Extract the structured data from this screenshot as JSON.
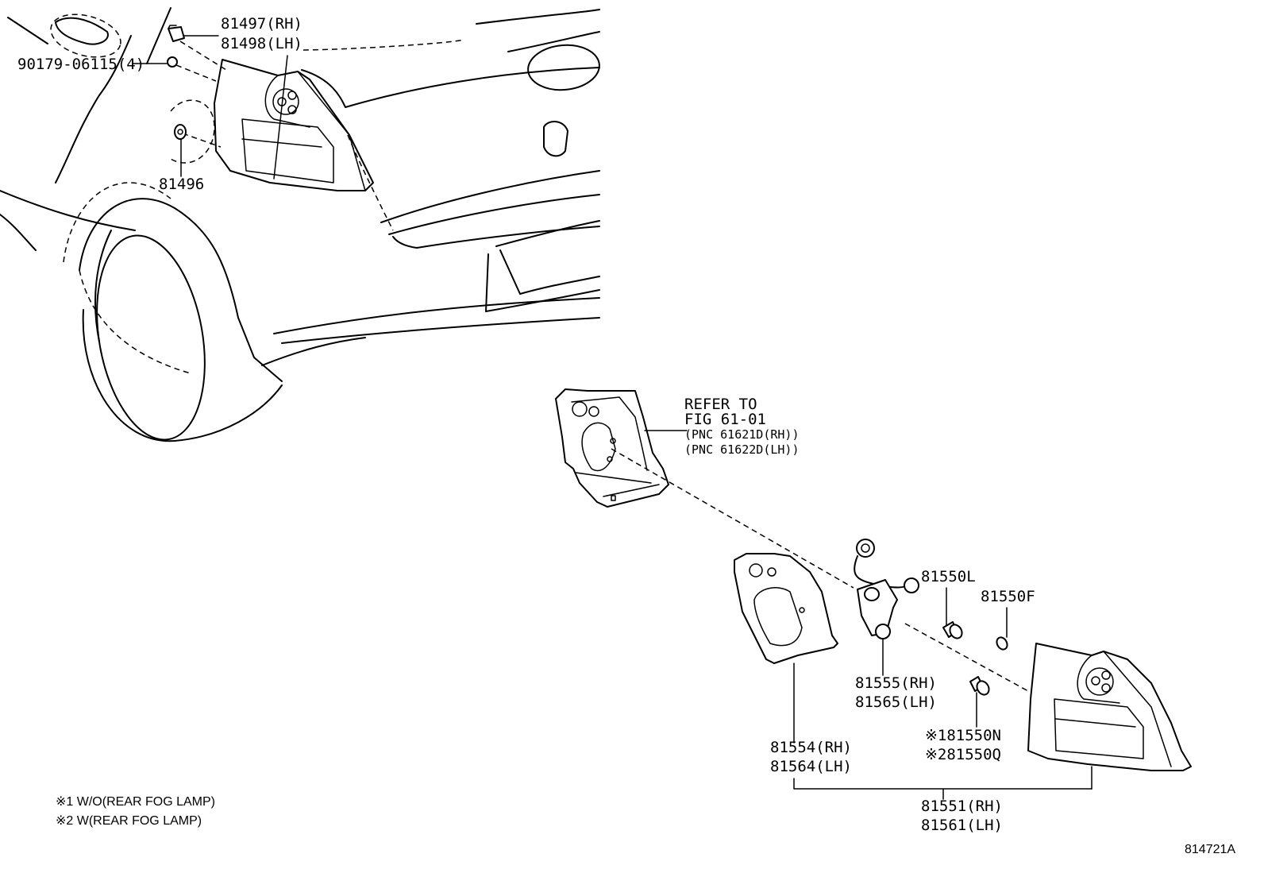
{
  "labels": {
    "p81497": "81497(RH)",
    "p81498": "81498(LH)",
    "p90179": "90179-06115(4)",
    "p81496": "81496",
    "refer1": "REFER TO",
    "refer2": "FIG 61-01",
    "refer3": "(PNC 61621D(RH))",
    "refer4": "(PNC 61622D(LH))",
    "p81550L": "81550L",
    "p81550F": "81550F",
    "p81555": "81555(RH)",
    "p81565": "81565(LH)",
    "p81550N": "※181550N",
    "p81550Q": "※281550Q",
    "p81554": "81554(RH)",
    "p81564": "81564(LH)",
    "p81551": "81551(RH)",
    "p81561": "81561(LH)",
    "note1": "※1 W/O(REAR FOG LAMP)",
    "note2": "※2 W(REAR FOG LAMP)",
    "fig_id": "814721A"
  },
  "colors": {
    "line": "#000000",
    "background": "#ffffff"
  }
}
